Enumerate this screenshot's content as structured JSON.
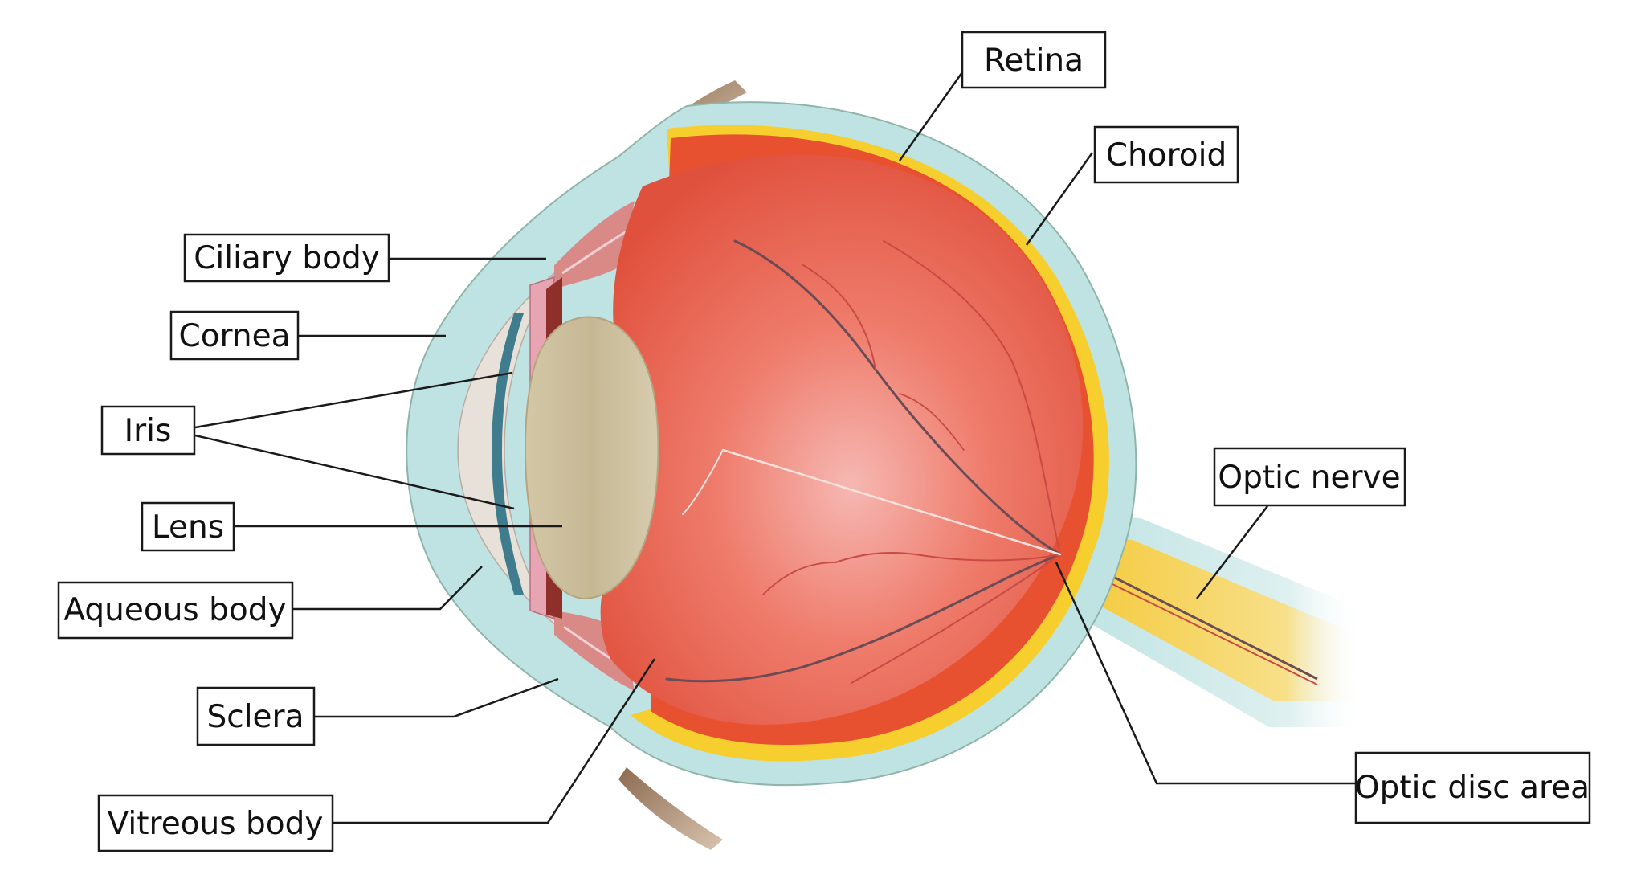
{
  "labels": {
    "retina": "Retina",
    "choroid": "Choroid",
    "ciliary_body": "Ciliary body",
    "cornea": "Cornea",
    "iris": "Iris",
    "lens": "Lens",
    "aqueous_body": "Aqueous body",
    "sclera": "Sclera",
    "vitreous_body": "Vitreous body",
    "optic_nerve": "Optic nerve",
    "optic_disc_area": "Optic disc area"
  },
  "colors": {
    "sclera_outer": "#bfe3e3",
    "choroid_yellow": "#f6cf2e",
    "retina_red": "#e35a3c",
    "vitreous": "#ee6f5f",
    "lens": "#c9bb98",
    "iris": "#e7a5b4",
    "cornea": "#e8e1da",
    "vessel_dark": "#6b4b54",
    "vessel_light": "#c94a44"
  }
}
